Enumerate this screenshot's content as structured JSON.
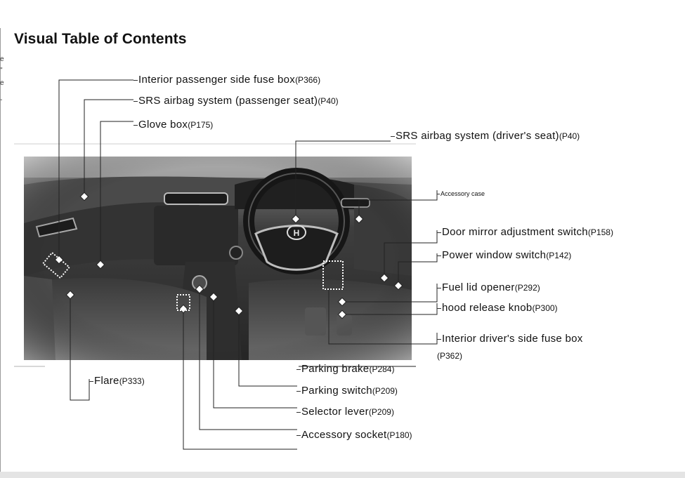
{
  "page": {
    "title": "Visual Table of Contents",
    "margin_fragments": [
      "e",
      "\"",
      "e",
      "-"
    ]
  },
  "labels": {
    "passenger_fuse": {
      "text": "Interior passenger side fuse box",
      "page": "(P366)"
    },
    "srs_passenger": {
      "text": "SRS airbag system (passenger seat)",
      "page": "(P40)"
    },
    "glove_box": {
      "text": "Glove box",
      "page": "(P175)"
    },
    "srs_driver": {
      "text": "SRS airbag system (driver's seat)",
      "page": "(P40)"
    },
    "accessory_case": {
      "text": "Accessory case"
    },
    "door_mirror": {
      "text": "Door mirror adjustment switch",
      "page": "(P158)"
    },
    "power_window": {
      "text": "Power window switch",
      "page": "(P142)"
    },
    "fuel_lid": {
      "text": "Fuel lid opener",
      "page": "(P292)"
    },
    "hood_release": {
      "text": "hood release knob",
      "page": "(P300)"
    },
    "driver_fuse": {
      "text": "Interior driver's side fuse box",
      "page": "(P362)"
    },
    "flare": {
      "text": "Flare",
      "page": "(P333)"
    },
    "parking_brake": {
      "text": "Parking brake",
      "page": "(P284)"
    },
    "parking_switch": {
      "text": "Parking switch",
      "page": "(P209)"
    },
    "selector_lever": {
      "text": "Selector lever",
      "page": "(P209)"
    },
    "accessory_socket": {
      "text": "Accessory socket",
      "page": "(P180)"
    }
  }
}
